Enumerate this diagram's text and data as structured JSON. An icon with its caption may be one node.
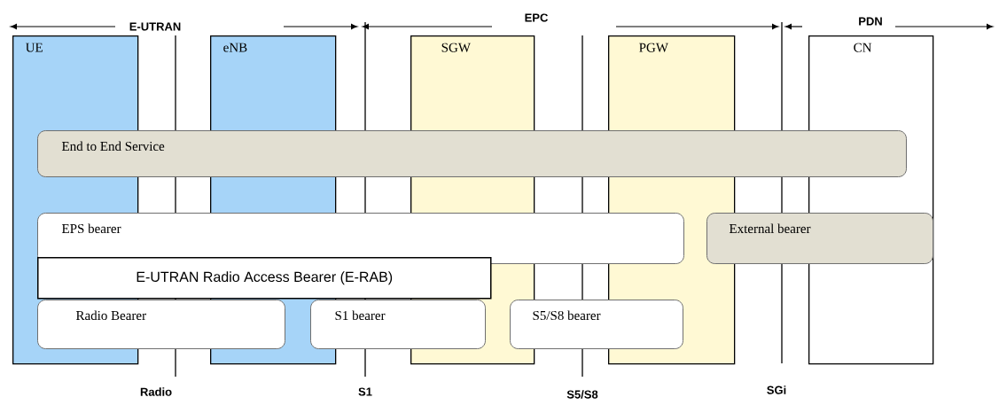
{
  "diagram": {
    "nodes": [
      {
        "text": [
          "UE"
        ]
      },
      {
        "text": [
          "eNB"
        ]
      },
      {
        "text": [
          "SGW"
        ]
      },
      {
        "text": [
          "PGW"
        ]
      },
      {
        "text": [
          "CN"
        ]
      },
      {
        "text": [
          "End to End Service"
        ]
      },
      {
        "text": [
          "EPS bearer"
        ]
      },
      {
        "text": [
          "External bearer"
        ]
      },
      {
        "text": [
          "E-UTRAN Radio Access Bearer (E-RAB)"
        ]
      },
      {
        "text": [
          "Radio Bearer"
        ]
      },
      {
        "text": [
          "S1 bearer"
        ]
      },
      {
        "text": [
          "S5/S8 bearer"
        ]
      }
    ],
    "labels": [
      "E-UTRAN",
      "EPC",
      "PDN",
      "Radio",
      "S1",
      "S5/S8",
      "SGi"
    ]
  }
}
